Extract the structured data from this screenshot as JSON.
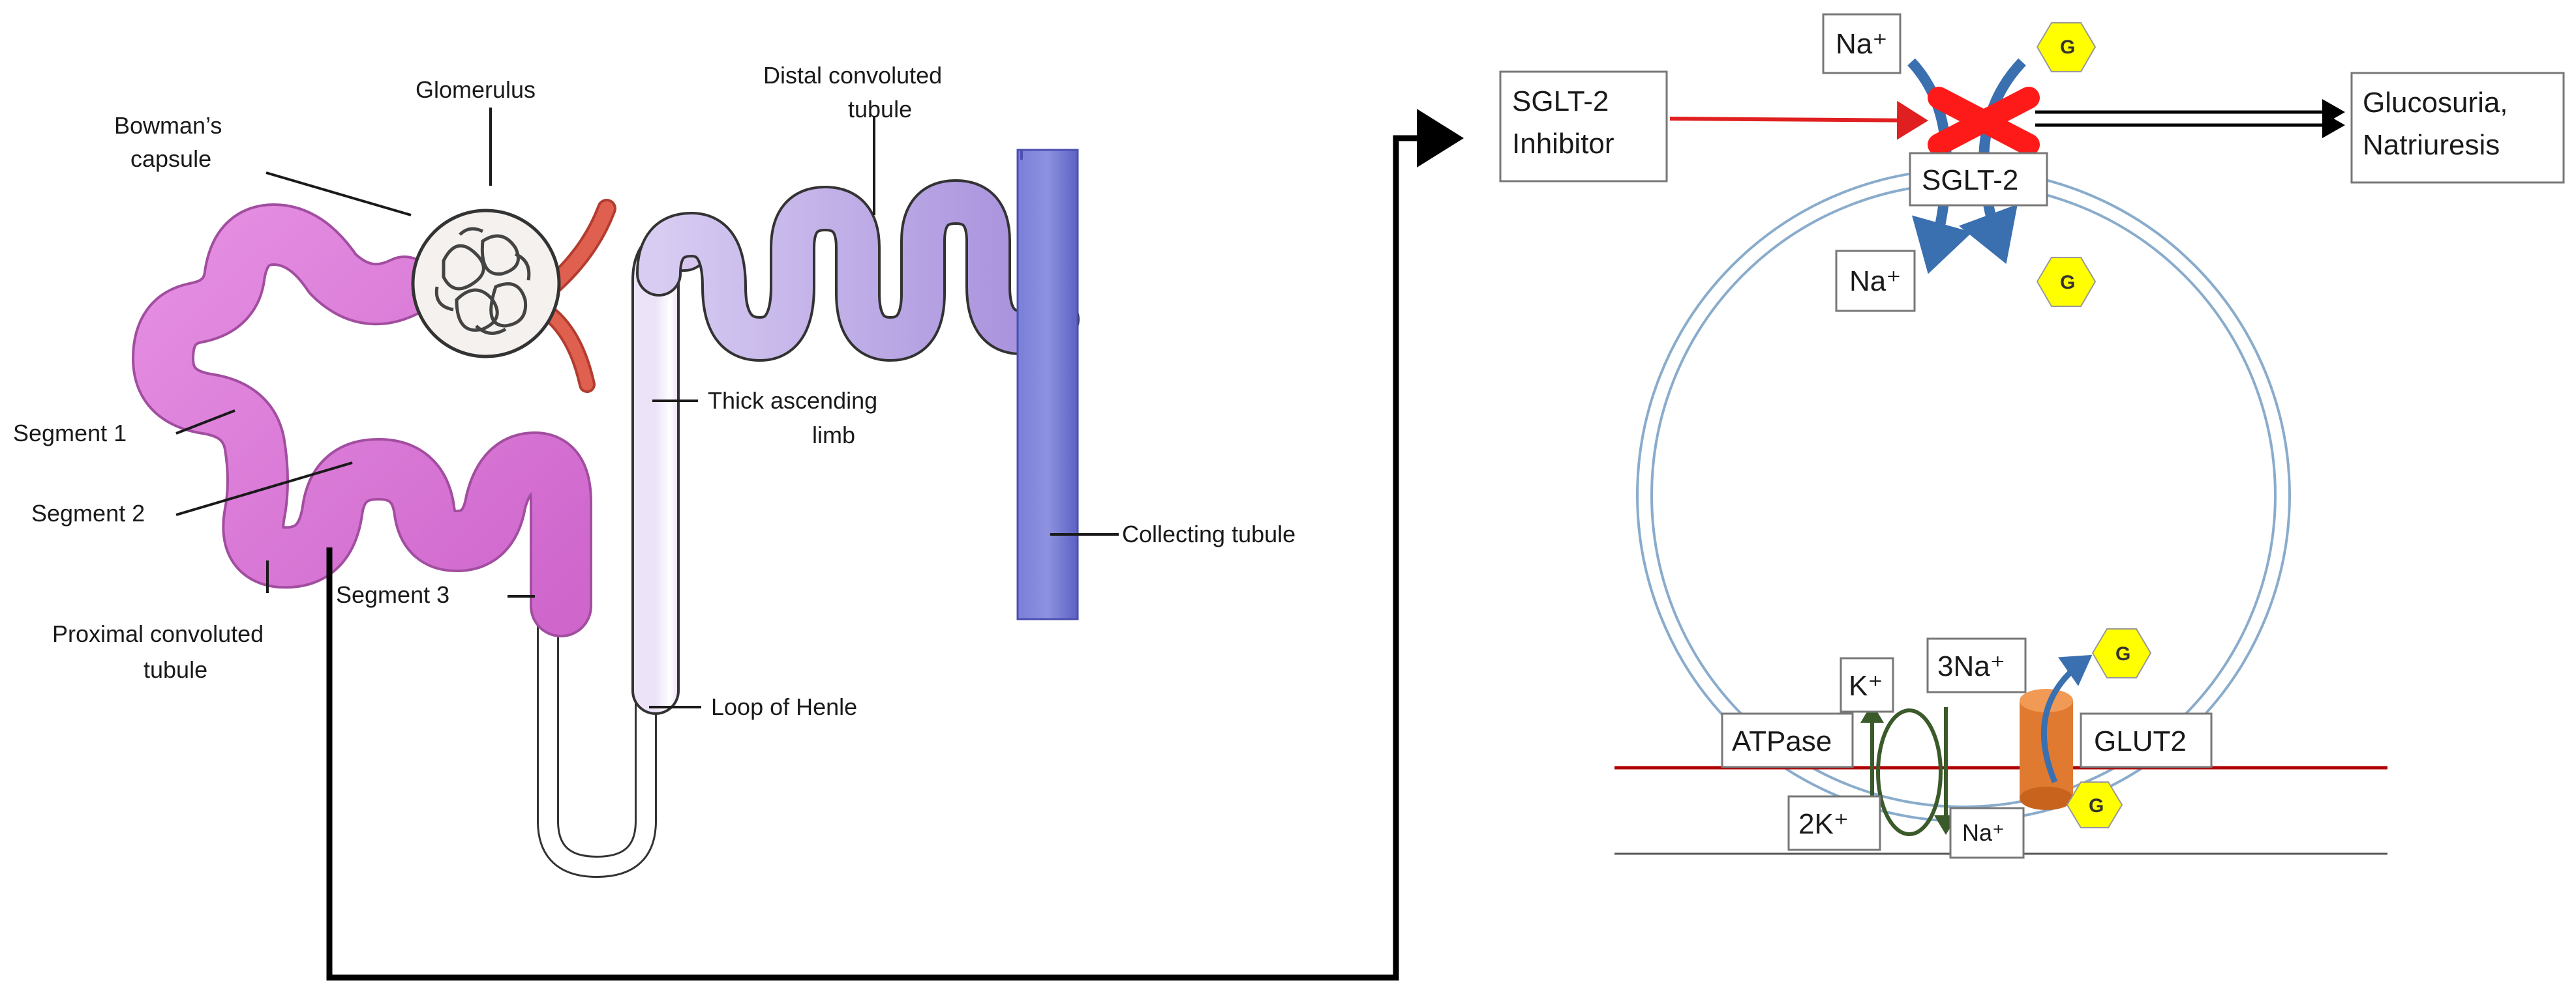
{
  "nephron_labels": {
    "bowmans_line1": "Bowman’s",
    "bowmans_line2": "capsule",
    "glomerulus": "Glomerulus",
    "distal_line1": "Distal convoluted",
    "distal_line2": "tubule",
    "thick_line1": "Thick ascending",
    "thick_line2": "limb",
    "segment1": "Segment 1",
    "segment2": "Segment 2",
    "segment3": "Segment 3",
    "proximal_line1": "Proximal  convoluted",
    "proximal_line2": "tubule",
    "collecting": "Collecting tubule",
    "henle": "Loop of Henle"
  },
  "cell_diagram": {
    "inhibitor_line1": "SGLT-2",
    "inhibitor_line2": "Inhibitor",
    "outcome_line1": "Glucosuria,",
    "outcome_line2": "Natriuresis",
    "transporter": "SGLT-2",
    "na_top": "Na⁺",
    "na_inside": "Na⁺",
    "glucose": "G",
    "k_plus": "K⁺",
    "three_na": "3Na⁺",
    "atpase": "ATPase",
    "glut2": "GLUT2",
    "two_k": "2K⁺",
    "na_bottom": "Na⁺"
  },
  "colors": {
    "proximal_tubule": "#d978d6",
    "thick_limb": "#c9b2ea",
    "distal_tubule": "#9e86d6",
    "collecting_duct": "#6a6fd0",
    "afferent_vessel": "#e0604f",
    "inhibitor_arrow": "#e02020",
    "block_x": "#ff1a1a",
    "glucose_hexagon": "#ffff00",
    "glut2_channel": "#e07a30",
    "pump_arrow": "#3b5a2a",
    "membrane_line": "#b00000",
    "cell_ring": "#8aaccc",
    "flow_arrow": "#3a6fb0"
  }
}
